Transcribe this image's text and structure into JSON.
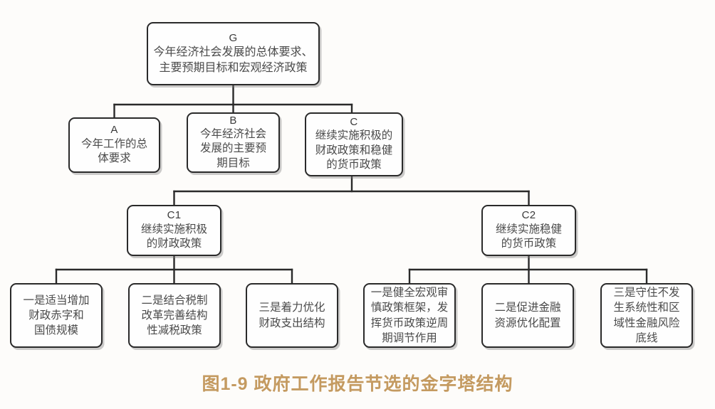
{
  "figure": {
    "caption": "图1-9 政府工作报告节选的金字塔结构",
    "caption_color": "#c49a60",
    "background_color": "#fdfcfa",
    "node_fill": "#fefefe",
    "node_border_color": "#2a2a2a",
    "connector_color": "#2a2a2a"
  },
  "nodes": {
    "g": {
      "key": "G",
      "text": "今年经济社会发展的总体要求、\n主要预期目标和宏观经济政策"
    },
    "a": {
      "key": "A",
      "text": "今年工作的总\n体要求"
    },
    "b": {
      "key": "B",
      "text": "今年经济社会\n发展的主要预\n期目标"
    },
    "c": {
      "key": "C",
      "text": "继续实施积极的\n财政政策和稳健\n的货币政策"
    },
    "c1": {
      "key": "C1",
      "text": "继续实施积极\n的财政政策"
    },
    "c2": {
      "key": "C2",
      "text": "继续实施稳健\n的货币政策"
    },
    "leaves": [
      {
        "key": "",
        "text": "一是适当增加\n财政赤字和\n国债规模"
      },
      {
        "key": "",
        "text": "二是结合税制\n改革完善结构\n性减税政策"
      },
      {
        "key": "",
        "text": "三是着力优化\n财政支出结构"
      },
      {
        "key": "",
        "text": "一是健全宏观审\n慎政策框架，发\n挥货币政策逆周\n期调节作用"
      },
      {
        "key": "",
        "text": "二是促进金融\n资源优化配置"
      },
      {
        "key": "",
        "text": "三是守住不发\n生系统性和区\n域性金融风险\n底线"
      }
    ]
  }
}
